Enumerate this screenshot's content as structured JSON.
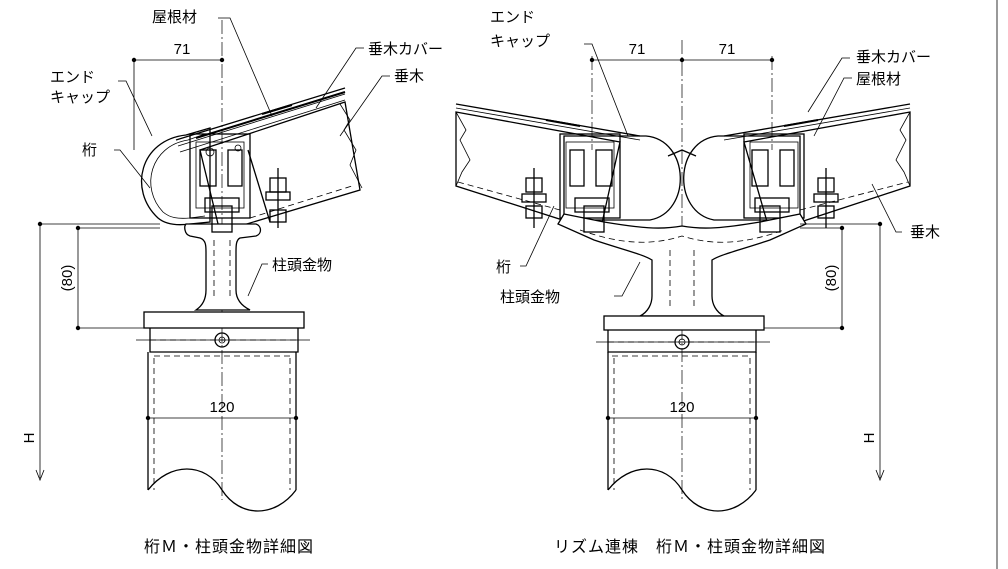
{
  "left": {
    "labels": {
      "roof": "屋根材",
      "endcap": [
        "エンド",
        "キャップ"
      ],
      "rafter_cover": "垂木カバー",
      "rafter": "垂木",
      "girder": "桁",
      "post_cap": "柱頭金物"
    },
    "dims": {
      "w71": "71",
      "h80": "(80)",
      "w120": "120",
      "H": "H"
    },
    "caption": "桁Ｍ・柱頭金物詳細図"
  },
  "right": {
    "labels": {
      "endcap": [
        "エンド",
        "キャップ"
      ],
      "rafter_cover": "垂木カバー",
      "roof": "屋根材",
      "rafter": "垂木",
      "girder": "桁",
      "post_cap": "柱頭金物"
    },
    "dims": {
      "w71a": "71",
      "w71b": "71",
      "h80": "(80)",
      "w120": "120",
      "H": "H"
    },
    "caption": "リズム連棟　桁Ｍ・柱頭金物詳細図"
  }
}
